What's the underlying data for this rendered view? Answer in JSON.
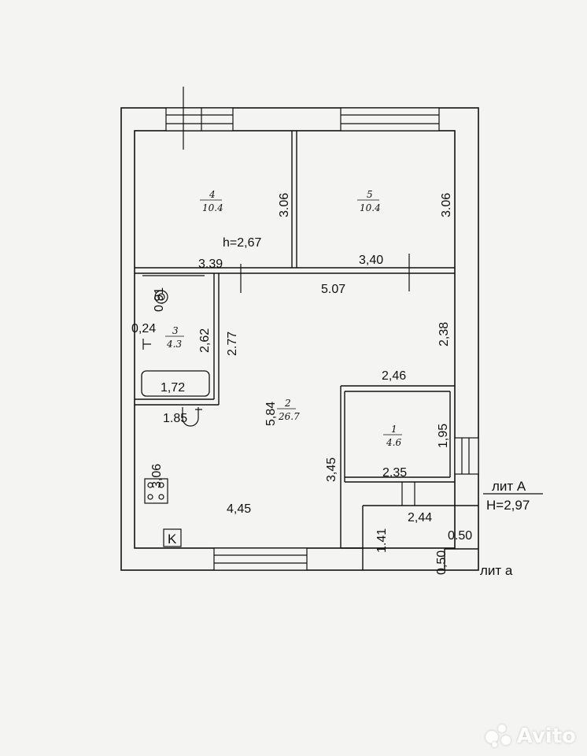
{
  "rooms": [
    {
      "number": "4",
      "area": "10.4"
    },
    {
      "number": "5",
      "area": "10.4"
    },
    {
      "number": "3",
      "area": "4.3"
    },
    {
      "number": "2",
      "area": "26.7"
    },
    {
      "number": "1",
      "area": "4.6"
    }
  ],
  "dims": {
    "r4_height": "3.06",
    "r5_height": "3.06",
    "ceiling_h": "h=2,67",
    "r4_width": "3.39",
    "r5_width": "3,40",
    "corridor_len": "5.07",
    "r3_091": "0.91",
    "r3_024": "0,24",
    "r3_262": "2,62",
    "r3_277": "2.77",
    "bath_172": "1,72",
    "r3_185": "1.85",
    "r2_584": "5,84",
    "r2_238": "2,38",
    "r1_246": "2,46",
    "r1_195": "1,95",
    "r2_345": "3,45",
    "r1_235": "2.35",
    "kitchen_306": "3,06",
    "r2_445": "4,45",
    "ext_244": "2,44",
    "ext_141": "1.41",
    "ext_050a": "0.50",
    "ext_050b": "0,50"
  },
  "labels": {
    "lit_a_upper": "лит А",
    "height_total": "Н=2,97",
    "lit_a_lower": "лит а",
    "stove_icon": "stove-icon",
    "boiler_icon": "boiler-k-icon",
    "boiler_letter": "K"
  },
  "watermark": {
    "brand": "Avito"
  }
}
